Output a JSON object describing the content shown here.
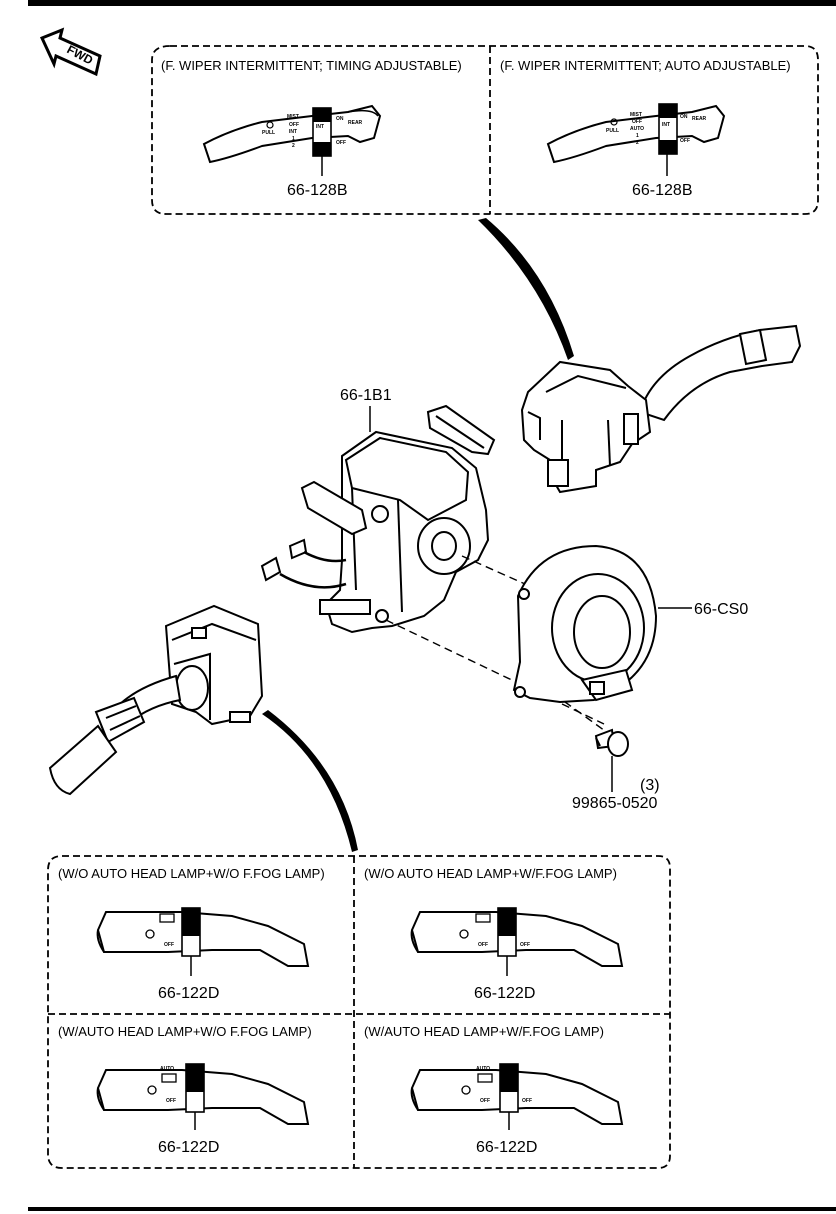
{
  "header": {
    "fwd_label": "FWD"
  },
  "wiper_panel": {
    "timing": {
      "caption": "(F. WIPER INTERMITTENT; TIMING ADJUSTABLE)",
      "part_no": "66-128B",
      "switch_labels": [
        "MIST",
        "OFF",
        "INT",
        "1",
        "2",
        "PULL",
        "INT",
        "ON",
        "OFF",
        "REAR"
      ]
    },
    "auto": {
      "caption": "(F. WIPER INTERMITTENT; AUTO ADJUSTABLE)",
      "part_no": "66-128B",
      "switch_labels": [
        "MIST",
        "OFF",
        "AUTO",
        "1",
        "2",
        "PULL",
        "INT",
        "ON",
        "OFF",
        "REAR"
      ]
    }
  },
  "main_parts": {
    "combination_switch_body": "66-1B1",
    "clock_spring": "66-CS0",
    "screw": {
      "part_no": "99865-0520",
      "qty": "(3)"
    }
  },
  "light_panel": {
    "a": {
      "caption": "(W/O AUTO HEAD LAMP+W/O F.FOG LAMP)",
      "part_no": "66-122D",
      "switch_labels": [
        "OFF"
      ]
    },
    "b": {
      "caption": "(W/O AUTO HEAD LAMP+W/F.FOG LAMP)",
      "part_no": "66-122D",
      "switch_labels": [
        "OFF",
        "OFF"
      ]
    },
    "c": {
      "caption": "(W/AUTO HEAD LAMP+W/O F.FOG LAMP)",
      "part_no": "66-122D",
      "switch_labels": [
        "AUTO",
        "OFF"
      ]
    },
    "d": {
      "caption": "(W/AUTO HEAD LAMP+W/F.FOG LAMP)",
      "part_no": "66-122D",
      "switch_labels": [
        "AUTO",
        "OFF",
        "OFF"
      ]
    }
  }
}
